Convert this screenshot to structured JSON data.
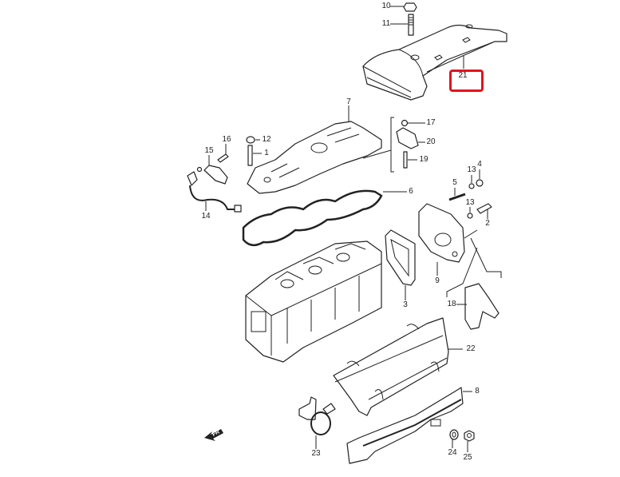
{
  "diagram": {
    "type": "exploded-parts-diagram",
    "highlight_color": "#e0141e",
    "highlighted_part": "21",
    "front_marker": "FR",
    "callouts": [
      "10",
      "11",
      "21",
      "7",
      "17",
      "20",
      "19",
      "12",
      "1",
      "16",
      "15",
      "14",
      "6",
      "5",
      "13",
      "4",
      "13",
      "2",
      "9",
      "3",
      "18",
      "22",
      "8",
      "23",
      "24",
      "25"
    ]
  }
}
